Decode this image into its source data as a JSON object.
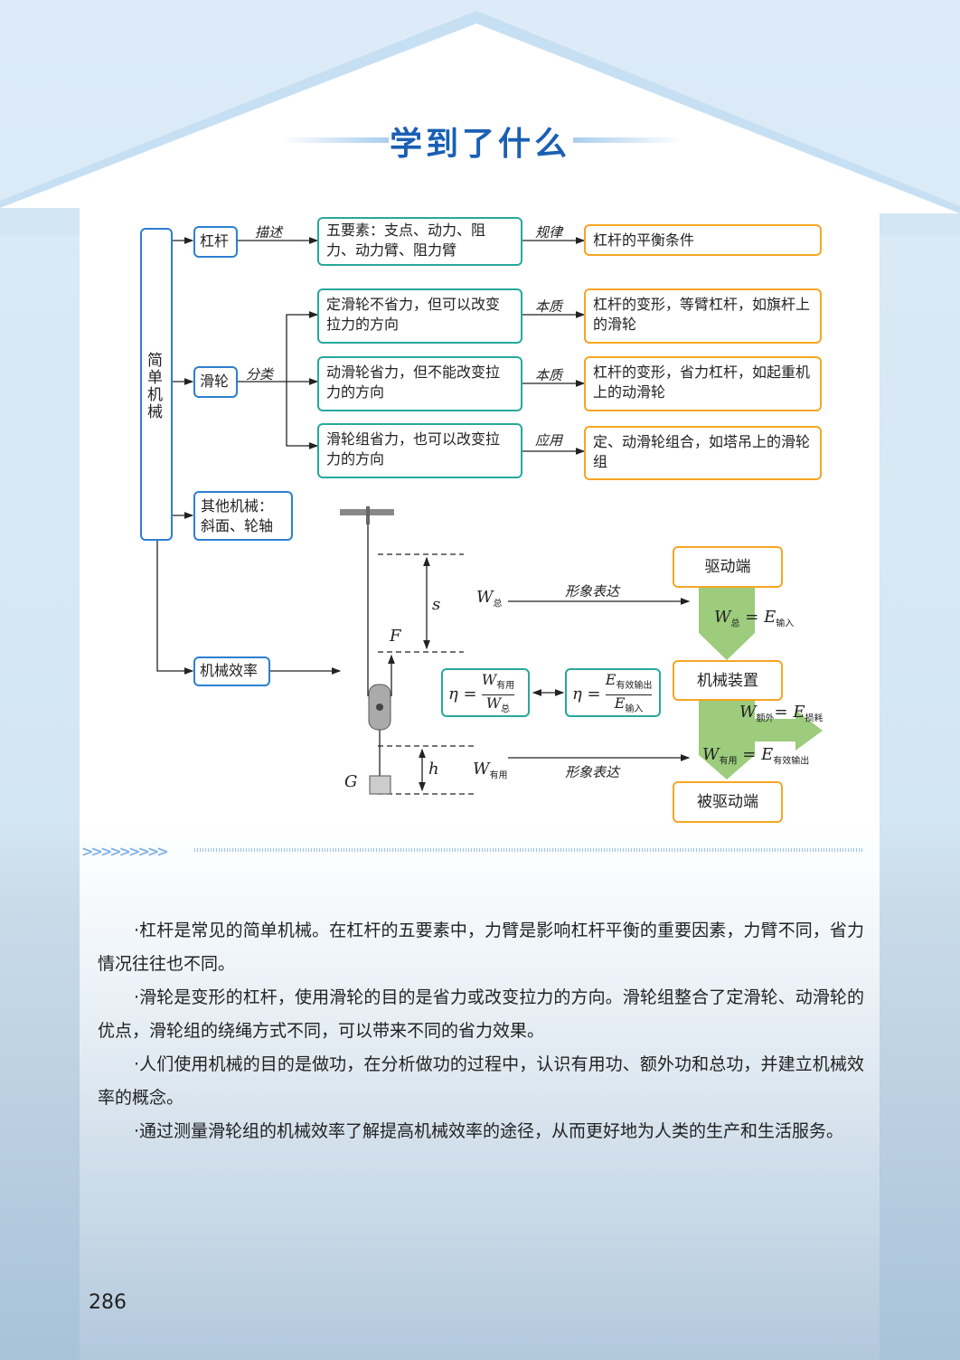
{
  "title": "学到了什么",
  "concept_map": {
    "root": "简单机械",
    "lever": {
      "label": "杠杆",
      "edge1": "描述",
      "elements": "五要素：支点、动力、阻力、动力臂、阻力臂",
      "edge2": "规律",
      "rule": "杠杆的平衡条件"
    },
    "pulley": {
      "label": "滑轮",
      "edge": "分类",
      "types": [
        {
          "desc": "定滑轮不省力，但可以改变拉力的方向",
          "edge": "本质",
          "result": "杠杆的变形，等臂杠杆，如旗杆上的滑轮"
        },
        {
          "desc": "动滑轮省力，但不能改变拉力的方向",
          "edge": "本质",
          "result": "杠杆的变形，省力杠杆，如起重机上的动滑轮"
        },
        {
          "desc": "滑轮组省力，也可以改变拉力的方向",
          "edge": "应用",
          "result": "定、动滑轮组合，如塔吊上的滑轮组"
        }
      ]
    },
    "other": "其他机械：斜面、轮轴",
    "efficiency": "机械效率"
  },
  "efficiency_diagram": {
    "s": "s",
    "F": "F",
    "h": "h",
    "G": "G",
    "W_total": "W",
    "sub_total": "总",
    "W_useful": "W",
    "sub_useful": "有用",
    "image_expr": "形象表达",
    "eta": "η =",
    "E": "E",
    "sub_eff_out": "有效输出",
    "sub_input": "输入",
    "sub_extra": "额外",
    "sub_loss": "损耗",
    "driving_end": "驱动端",
    "mechanism": "机械装置",
    "driven_end": "被驱动端",
    "eq": "="
  },
  "paragraphs": [
    "·杠杆是常见的简单机械。在杠杆的五要素中，力臂是影响杠杆平衡的重要因素，力臂不同，省力情况往往也不同。",
    "·滑轮是变形的杠杆，使用滑轮的目的是省力或改变拉力的方向。滑轮组整合了定滑轮、动滑轮的优点，滑轮组的绕绳方式不同，可以带来不同的省力效果。",
    "·人们使用机械的目的是做功，在分析做功的过程中，认识有用功、额外功和总功，并建立机械效率的概念。",
    "·通过测量滑轮组的机械效率了解提高机械效率的途径，从而更好地为人类的生产和生活服务。"
  ],
  "page_number": "286",
  "colors": {
    "title": "#1a5fb4",
    "blue_box": "#2d7fcf",
    "teal_box": "#27a89b",
    "orange_box": "#f5a623",
    "green_flow": "#9ccc7c"
  }
}
